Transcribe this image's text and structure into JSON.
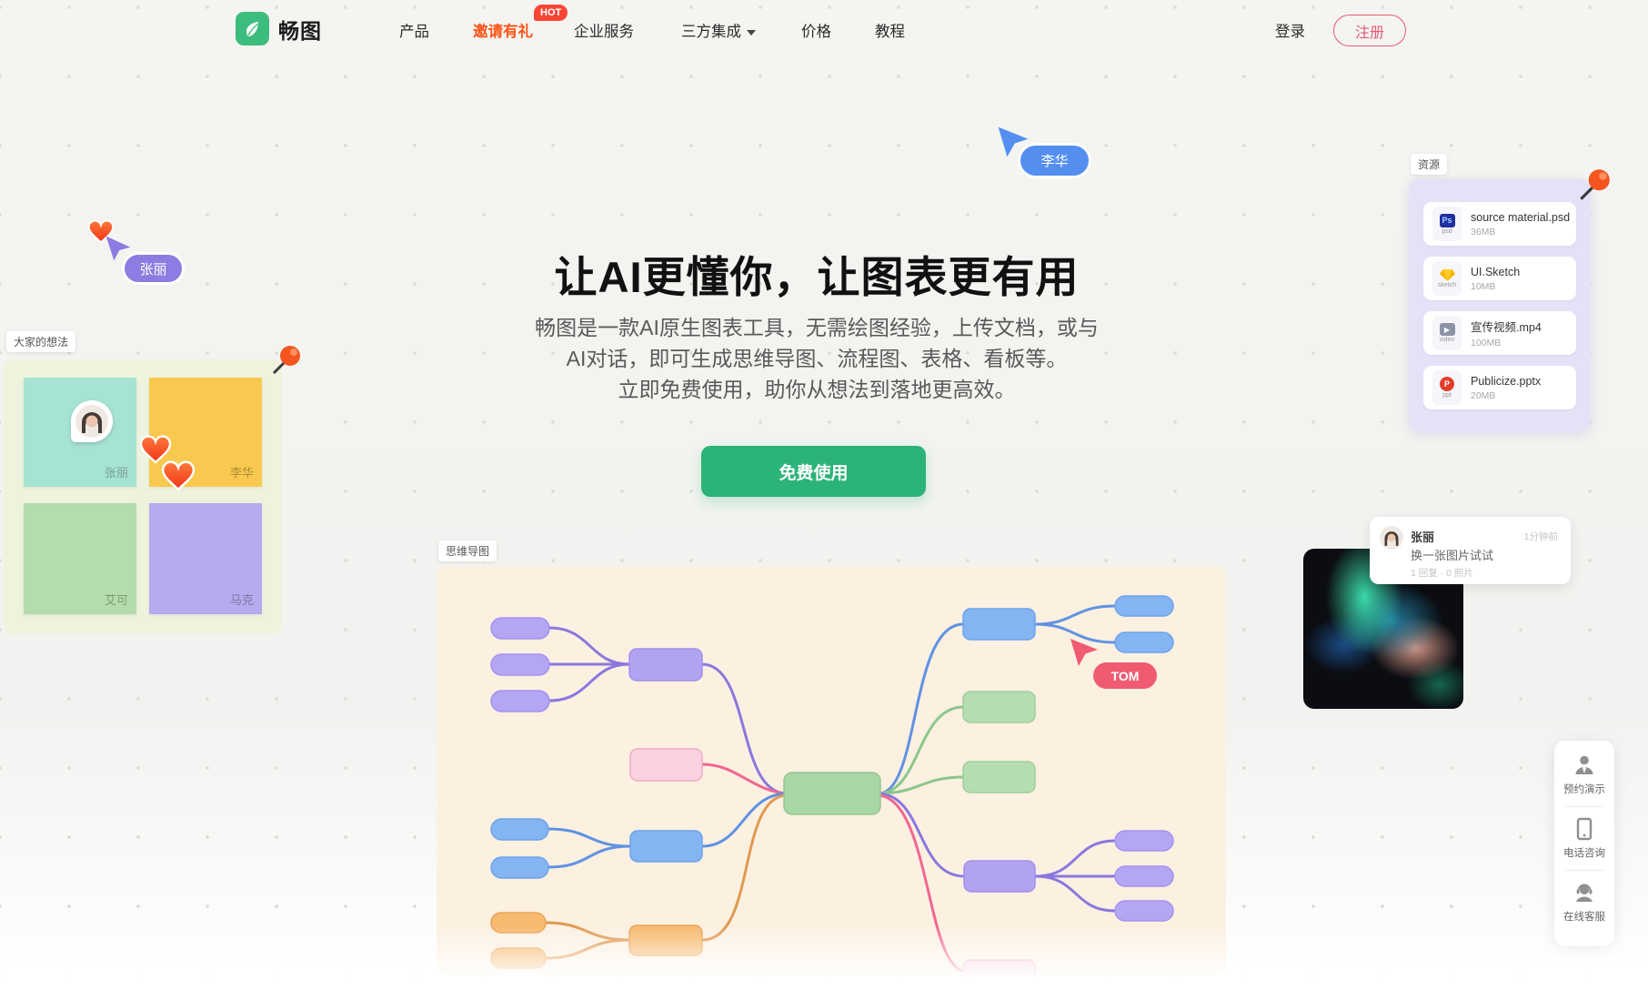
{
  "brand": {
    "name": "畅图"
  },
  "nav": {
    "items": [
      {
        "label": "产品"
      },
      {
        "label": "邀请有礼",
        "badge": "HOT"
      },
      {
        "label": "企业服务"
      },
      {
        "label": "三方集成"
      },
      {
        "label": "价格"
      },
      {
        "label": "教程"
      }
    ],
    "login": "登录",
    "signup": "注册"
  },
  "hero": {
    "title": "让AI更懂你，让图表更有用",
    "subtitle_line1": "畅图是一款AI原生图表工具，无需绘图经验，上传文档，或与",
    "subtitle_line2": "AI对话，即可生成思维导图、流程图、表格、看板等。",
    "subtitle_line3": "立即免费使用，助你从想法到落地更高效。",
    "cta": "免费使用"
  },
  "thoughts": {
    "tag": "大家的想法",
    "notes": [
      {
        "author": "张丽",
        "color": "#a7e3d2"
      },
      {
        "author": "李华",
        "color": "#f8c94e"
      },
      {
        "author": "艾可",
        "color": "#b5dcac"
      },
      {
        "author": "马克",
        "color": "#b7aaee"
      }
    ]
  },
  "resources": {
    "tag": "资源",
    "files": [
      {
        "name": "source material.psd",
        "size": "36MB",
        "type": "psd",
        "glyph": "Ps"
      },
      {
        "name": "UI.Sketch",
        "size": "10MB",
        "type": "sketch"
      },
      {
        "name": "宣传视频.mp4",
        "size": "100MB",
        "type": "video",
        "glyph": "▶"
      },
      {
        "name": "Publicize.pptx",
        "size": "20MB",
        "type": "ppt",
        "glyph": "P"
      }
    ]
  },
  "cursors": {
    "zhangli": "张丽",
    "lihua": "李华",
    "tom": "TOM"
  },
  "mindmap": {
    "tag": "思维导图"
  },
  "comment": {
    "name": "张丽",
    "time": "1分钟前",
    "text": "换一张图片试试",
    "meta": "1 回复 · 0 照片"
  },
  "side_panel": {
    "items": [
      {
        "label": "预约演示"
      },
      {
        "label": "电话咨询"
      },
      {
        "label": "在线客服"
      }
    ]
  },
  "colors": {
    "accent_green": "#2cb378",
    "signup_pink": "#e35a74",
    "hot_red": "#fa4635",
    "invite_orange": "#fe5317",
    "cursor_blue": "#548ff0",
    "cursor_purple": "#8d7ce1",
    "cursor_tom": "#f05b72"
  }
}
